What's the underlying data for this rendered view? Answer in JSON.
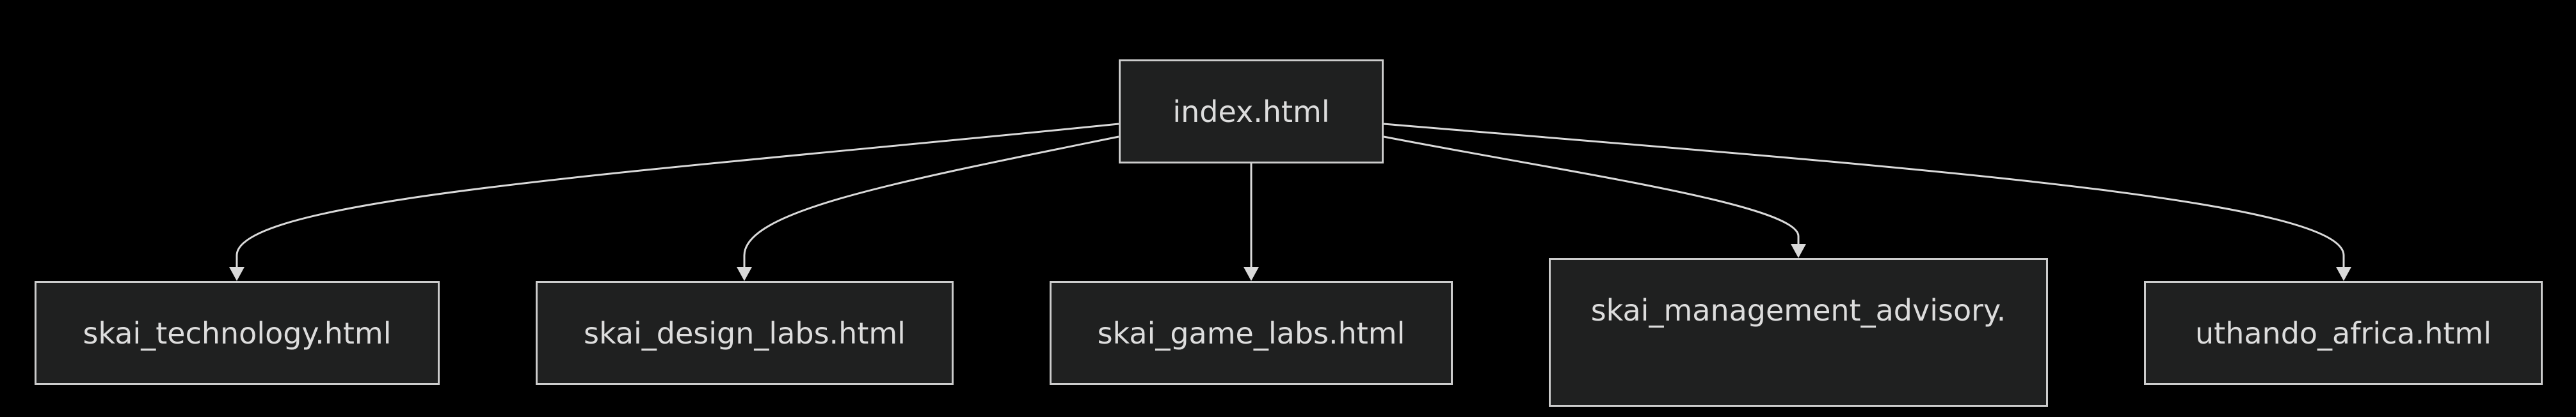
{
  "diagram": {
    "root": {
      "label": "index.html"
    },
    "children": [
      {
        "label": "skai_technology.html"
      },
      {
        "label": "skai_design_labs.html"
      },
      {
        "label": "skai_game_labs.html"
      },
      {
        "label": "skai_management_advisory."
      },
      {
        "label": "uthando_africa.html"
      }
    ],
    "colors": {
      "background": "#000000",
      "node_fill": "#1f2020",
      "node_border": "#cccccc",
      "text": "#dddddd",
      "edge": "#d9d9d9"
    }
  }
}
